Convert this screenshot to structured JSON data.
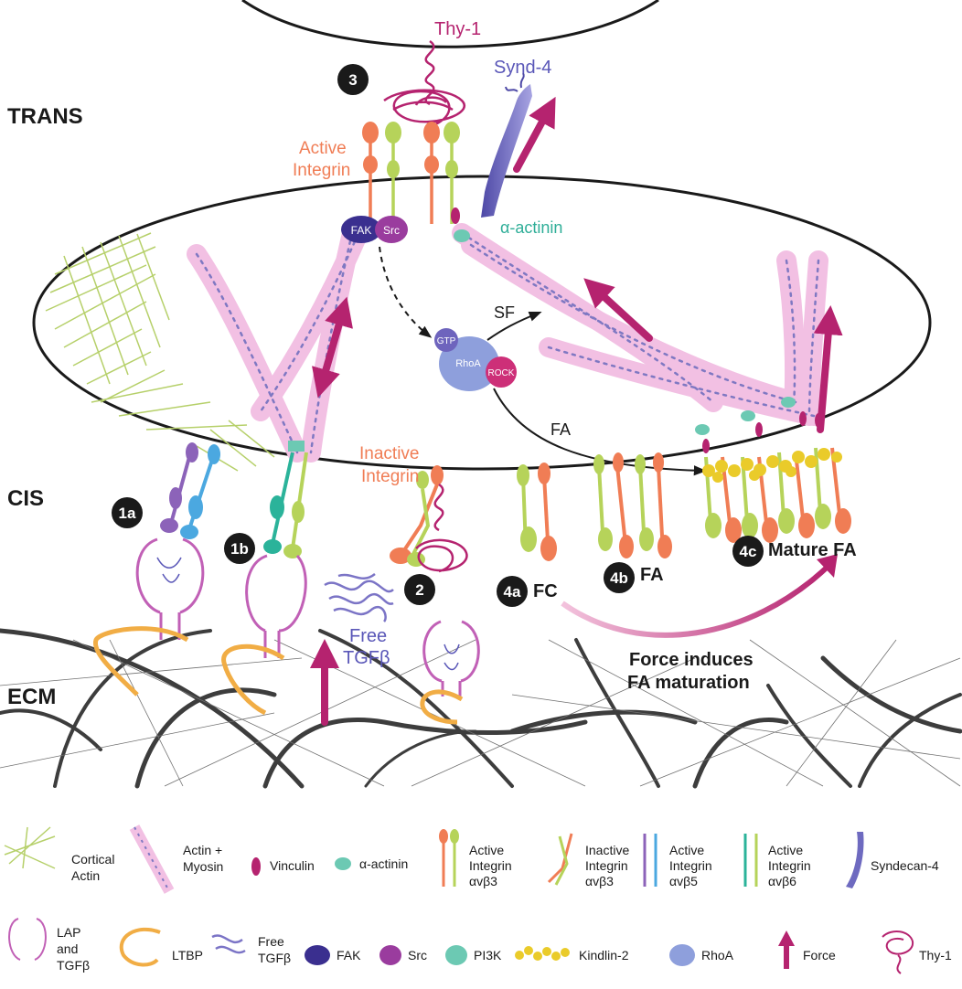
{
  "regions": {
    "trans": "TRANS",
    "cis": "CIS",
    "ecm": "ECM"
  },
  "steps": {
    "s1a": "1a",
    "s1b": "1b",
    "s2": "2",
    "s3": "3",
    "s4a": "4a",
    "s4b": "4b",
    "s4c": "4c"
  },
  "labels": {
    "thy1": "Thy-1",
    "synd4": "Synd-4",
    "active_integrin_1": "Active",
    "active_integrin_2": "Integrin",
    "fak": "FAK",
    "src": "Src",
    "alpha_actinin": "α-actinin",
    "gtp": "GTP",
    "rhoa": "RhoA",
    "rock": "ROCK",
    "sf": "SF",
    "fa_arrow": "FA",
    "inactive_integrin_1": "Inactive",
    "inactive_integrin_2": "Integrin",
    "free_tgfb_1": "Free",
    "free_tgfb_2": "TGFβ",
    "fc": "FC",
    "fa": "FA",
    "mature_fa": "Mature FA",
    "force_1": "Force induces",
    "force_2": "FA maturation"
  },
  "legend": {
    "row1": [
      {
        "l1": "Cortical",
        "l2": "Actin"
      },
      {
        "l1": "Actin +",
        "l2": "Myosin"
      },
      {
        "l1": "Vinculin"
      },
      {
        "l1": "α-actinin"
      },
      {
        "l1": "Active",
        "l2": "Integrin",
        "l3": "αvβ3"
      },
      {
        "l1": "Inactive",
        "l2": "Integrin",
        "l3": "αvβ3"
      },
      {
        "l1": "Active",
        "l2": "Integrin",
        "l3": "αvβ5"
      },
      {
        "l1": "Active",
        "l2": "Integrin",
        "l3": "αvβ6"
      },
      {
        "l1": "Syndecan-4"
      }
    ],
    "row2": [
      {
        "l1": "LAP",
        "l2": "and",
        "l3": "TGFβ"
      },
      {
        "l1": "LTBP"
      },
      {
        "l1": "Free",
        "l2": "TGFβ"
      },
      {
        "l1": "FAK"
      },
      {
        "l1": "Src"
      },
      {
        "l1": "PI3K"
      },
      {
        "l1": "Kindlin-2"
      },
      {
        "l1": "RhoA"
      },
      {
        "l1": "Force"
      },
      {
        "l1": "Thy-1"
      }
    ]
  },
  "colors": {
    "magenta": "#b5236f",
    "actin_pink": "#e8a6d6",
    "actin_blue": "#7f78c2",
    "cortical_green": "#b6d06a",
    "integrin_orange": "#f07d55",
    "integrin_green": "#b6d35a",
    "integrin_blue": "#4ba8e0",
    "integrin_teal": "#2bb39a",
    "integrin_purple": "#8c63b9",
    "fak_navy": "#3a2f8f",
    "src_purple": "#9a3c9e",
    "pi3k_teal": "#6cc9b3",
    "kindlin_yellow": "#eacb2a",
    "rhoa_blue": "#8e9fdc",
    "ltbp_orange": "#f1ad45",
    "synd_purple": "#6e6ac0",
    "ecm_dark": "#404040",
    "label_orange": "#f07d55",
    "label_teal": "#2fae98",
    "label_blue": "#5a57b8"
  }
}
